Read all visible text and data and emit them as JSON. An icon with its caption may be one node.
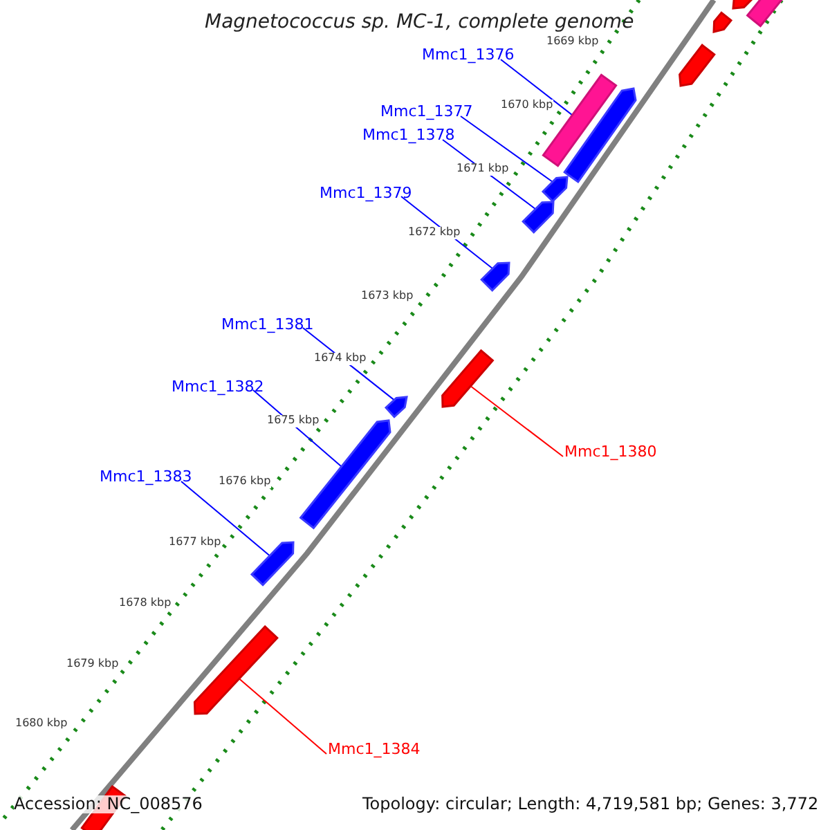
{
  "diagram": {
    "title": "Magnetococcus sp. MC-1, complete genome",
    "nodes": [
      {
        "text": [
          "Mmc1_1376"
        ]
      },
      {
        "text": [
          "Mmc1_1377"
        ]
      },
      {
        "text": [
          "Mmc1_1378"
        ]
      },
      {
        "text": [
          "Mmc1_1379"
        ]
      },
      {
        "text": [
          "Mmc1_1381"
        ]
      },
      {
        "text": [
          "Mmc1_1382"
        ]
      },
      {
        "text": [
          "Mmc1_1380"
        ]
      },
      {
        "text": [
          "Mmc1_1383"
        ]
      },
      {
        "text": [
          "Mmc1_1384"
        ]
      },
      {
        "text": [],
        "shape": "bar"
      },
      {
        "text": [],
        "shape": "bar"
      },
      {
        "text": [],
        "shape": "bar"
      },
      {
        "text": [],
        "shape": "bar"
      },
      {
        "text": [],
        "shape": "bar"
      },
      {
        "text": [],
        "shape": "bar"
      },
      {
        "text": [],
        "shape": "bar"
      },
      {
        "text": [],
        "shape": "bar"
      },
      {
        "text": [],
        "shape": "bar"
      }
    ],
    "edges": [
      {
        "from": 0,
        "to": 9,
        "arrow": "none"
      },
      {
        "from": 1,
        "to": 10,
        "arrow": "none"
      },
      {
        "from": 2,
        "to": 11,
        "arrow": "none"
      },
      {
        "from": 3,
        "to": 12,
        "arrow": "none"
      },
      {
        "from": 4,
        "to": 13,
        "arrow": "none"
      },
      {
        "from": 5,
        "to": 14,
        "arrow": "none"
      },
      {
        "from": 6,
        "to": 15,
        "arrow": "none",
        "color": "#ff0000"
      },
      {
        "from": 7,
        "to": 16,
        "arrow": "none"
      },
      {
        "from": 8,
        "to": 17,
        "arrow": "none",
        "color": "#ff0000"
      }
    ],
    "labels": [
      "1669 kbp",
      "1670 kbp",
      "1671 kbp",
      "1672 kbp",
      "1673 kbp",
      "1674 kbp",
      "1675 kbp",
      "1676 kbp",
      "1677 kbp",
      "1678 kbp",
      "1679 kbp",
      "1680 kbp",
      "Accession: NC_008576",
      "Topology: circular; Length: 4,719,581 bp; Genes: 3,772"
    ]
  }
}
